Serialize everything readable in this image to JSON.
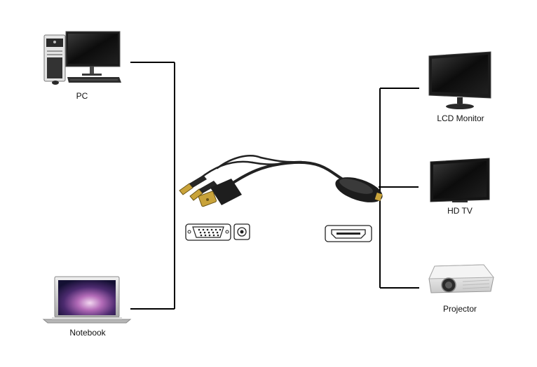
{
  "sources": {
    "pc": {
      "label": "PC"
    },
    "notebook": {
      "label": "Notebook"
    }
  },
  "displays": {
    "lcd": {
      "label": "LCD Monitor"
    },
    "hdtv": {
      "label": "HD TV"
    },
    "projector": {
      "label": "Projector"
    }
  },
  "ports": {
    "input": [
      "vga-port",
      "audio-jack"
    ],
    "output": [
      "hdmi-port"
    ]
  }
}
